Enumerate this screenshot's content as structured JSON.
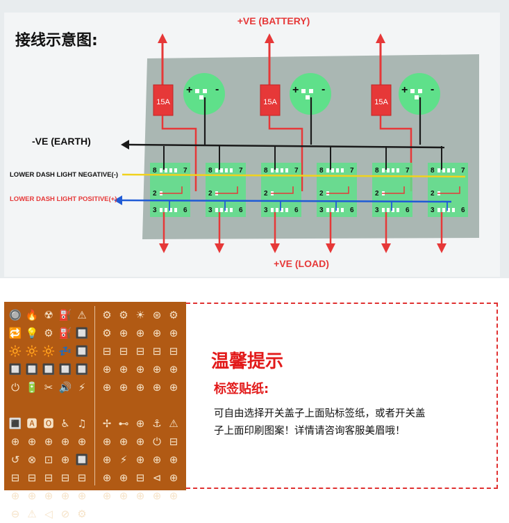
{
  "diagram": {
    "title_zh": "接线示意图:",
    "label_battery": "+VE (BATTERY)",
    "label_earth": "-VE (EARTH)",
    "label_negative": "LOWER DASH LIGHT NEGATIVE(-)",
    "label_positive": "LOWER DASH LIGHT POSITIVE(+)",
    "label_load": "+VE (LOAD)",
    "fuse_label": "15A",
    "plus_sign": "+",
    "minus_sign": "-",
    "pin_8": "8",
    "pin_7": "7",
    "pin_2": "2",
    "pin_3": "3",
    "pin_6": "6",
    "colors": {
      "red": "#e63838",
      "black": "#1a1a1a",
      "yellow": "#f0d21e",
      "blue": "#1f5bd6",
      "green": "#5fe08a",
      "panel": "#aab7b3"
    }
  },
  "sticker_panel": {
    "icons_a": [
      "🔘",
      "🔥",
      "☢",
      "⛽",
      "⚠",
      "🔁",
      "💡",
      "⚙",
      "⛽",
      "🔲",
      "🔆",
      "🔆",
      "🔆",
      "💤",
      "🔲",
      "🔲",
      "🔲",
      "🔲",
      "🔲",
      "🔲",
      "⏻",
      "🔋",
      "✂",
      "🔊",
      "⚡",
      "🔳",
      "🅰",
      "🅾",
      "♿",
      "♫",
      "⊕",
      "⊕",
      "⊕",
      "⊕",
      "⊕",
      "↺",
      "⊗",
      "⊡",
      "⊕",
      "🔲",
      "⊟",
      "⊟",
      "⊟",
      "⊟",
      "⊟",
      "⊕",
      "⊕",
      "⊕",
      "⊕",
      "⊕",
      "⊖",
      "⚠",
      "◁",
      "⊘",
      "⚙"
    ],
    "icons_b": [
      "⚙",
      "⚙",
      "☀",
      "⊛",
      "⚙",
      "⚙",
      "⊕",
      "⊕",
      "⊕",
      "⊕",
      "⊟",
      "⊟",
      "⊟",
      "⊟",
      "⊟",
      "⊕",
      "⊕",
      "⊕",
      "⊕",
      "⊕",
      "⊕",
      "⊕",
      "⊕",
      "⊕",
      "⊕",
      "✢",
      "⊷",
      "⊕",
      "⚓",
      "⚠",
      "⊕",
      "⊕",
      "⊕",
      "⏻",
      "⊟",
      "⊕",
      "⚡",
      "⊕",
      "⊕",
      "⊕",
      "⊕",
      "⊕",
      "⊟",
      "⊲",
      "⊕",
      "⊕",
      "⊕",
      "⊕",
      "⊕",
      "⊕"
    ]
  },
  "tips": {
    "title": "温馨提示",
    "subtitle": "标签贴纸:",
    "body_line1": "可自由选择开关盖子上面贴标签纸，或者开关盖",
    "body_line2": "子上面印刷图案！详情请咨询客服美眉哦！"
  }
}
